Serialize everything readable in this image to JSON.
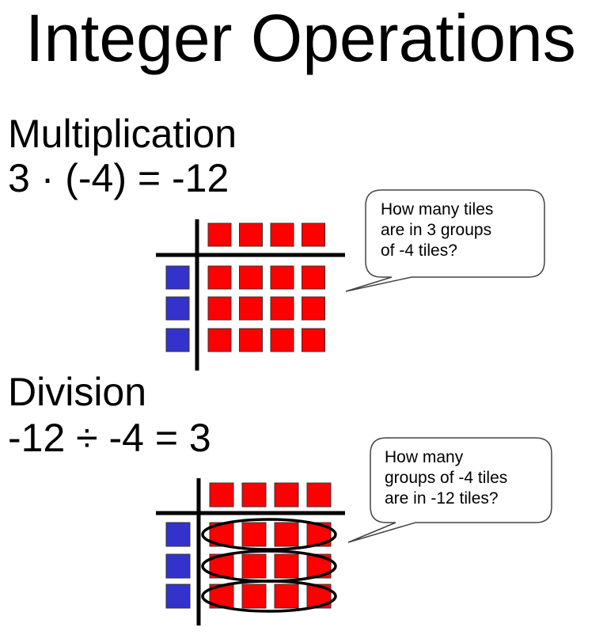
{
  "title": "Integer Operations",
  "multiplication": {
    "heading": "Multiplication",
    "equation": "3 · (-4) = -12",
    "callout": [
      "How many tiles",
      "are in 3 groups",
      "of -4 tiles?"
    ],
    "groups": 3,
    "tiles_per_group": 4
  },
  "division": {
    "heading": "Division",
    "equation": "-12 ÷ -4 = 3",
    "callout": [
      "How many",
      "groups of -4 tiles",
      "are in -12 tiles?"
    ],
    "groups": 3,
    "tiles_per_group": 4
  },
  "colors": {
    "negative_tile": "#ff0000",
    "positive_tile": "#3333cc"
  }
}
